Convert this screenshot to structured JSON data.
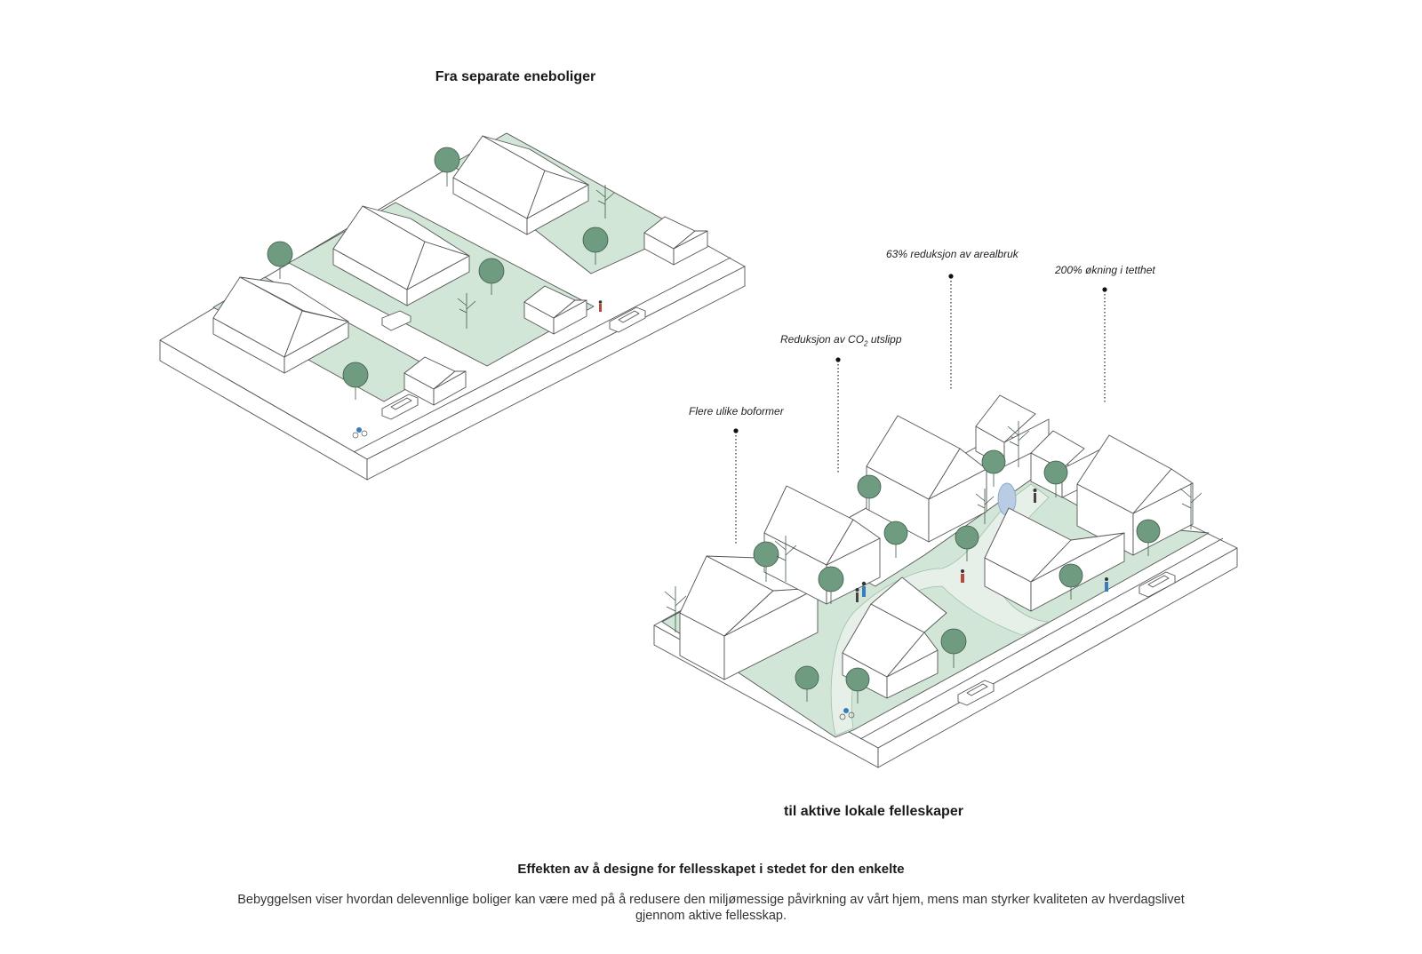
{
  "before": {
    "title": "Fra separate eneboliger"
  },
  "after": {
    "title": "til aktive lokale felleskaper"
  },
  "callouts": [
    {
      "id": "boformer",
      "text": "Flere ulike boformer"
    },
    {
      "id": "co2",
      "text_before": "Reduksjon av CO",
      "subscript": "2",
      "text_after": " utslipp"
    },
    {
      "id": "arealbruk",
      "text": "63% reduksjon av arealbruk"
    },
    {
      "id": "tetthet",
      "text": "200% økning i tetthet"
    }
  ],
  "footer": {
    "heading": "Effekten av å designe for fellesskapet i stedet for den enkelte",
    "body": "Bebyggelsen viser hvordan delevennlige boliger kan være med på å redusere den miljømessige påvirkning av vårt hjem, mens man styrker kvaliteten av hverdagslivet gjennom aktive fellesskap."
  },
  "colors": {
    "green": "#d2e6d7",
    "tree": "#6f9b80",
    "outline": "#555555",
    "ground": "#ffffff",
    "pond": "#b8cde3"
  }
}
